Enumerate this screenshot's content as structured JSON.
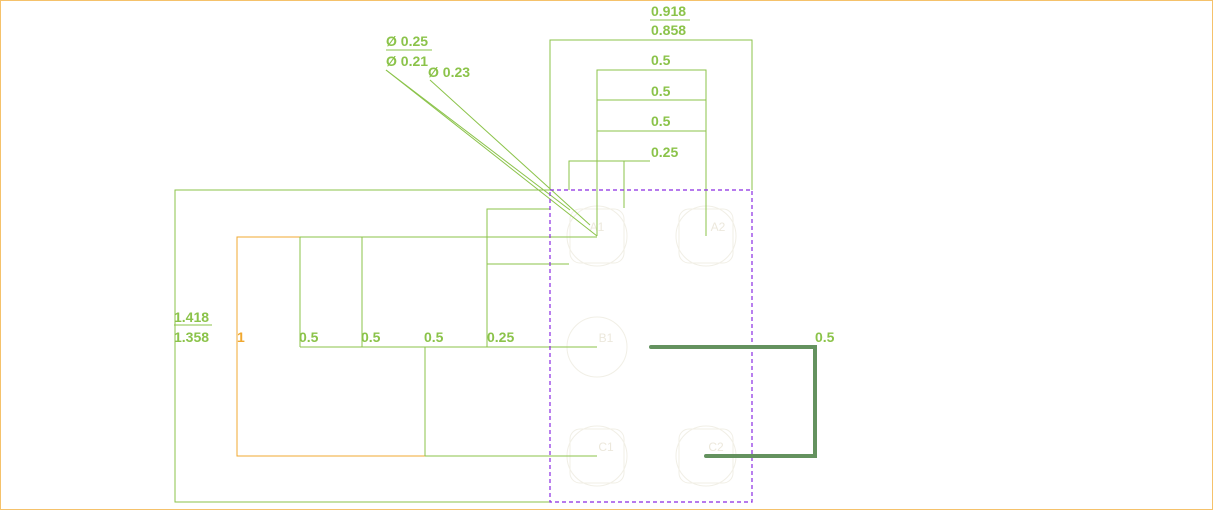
{
  "colors": {
    "dimension": "#8bc34a",
    "dimension_alt": "#f0a830",
    "outline": "#8a2be2",
    "trace": "#64925f",
    "pad": "#f1efe6",
    "frame": "#f5c26b"
  },
  "pads": {
    "a1": "A1",
    "a2": "A2",
    "b1": "B1",
    "c1": "C1",
    "c2": "C2"
  },
  "dimensions": {
    "top_upper": "0.918",
    "top_lower": "0.858",
    "top_1": "0.5",
    "top_2": "0.5",
    "top_3": "0.5",
    "top_4": "0.25",
    "dia_1": "Ø 0.25",
    "dia_2": "Ø 0.21",
    "dia_3": "Ø 0.23",
    "left_upper": "1.418",
    "left_lower": "1.358",
    "left_1": "1",
    "left_2": "0.5",
    "left_3": "0.5",
    "left_4": "0.5",
    "left_5": "0.25",
    "right_1": "0.5"
  }
}
